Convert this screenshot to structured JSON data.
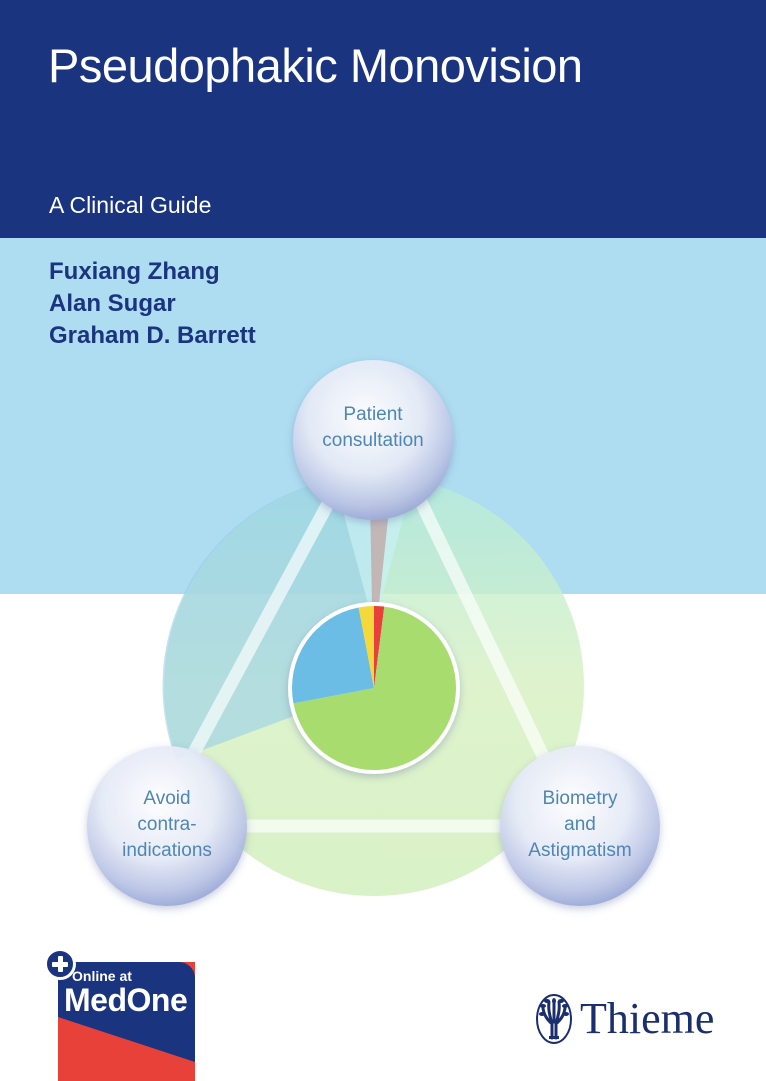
{
  "cover": {
    "title": "Pseudophakic Monovision",
    "subtitle": "A Clinical Guide",
    "authors": [
      "Fuxiang Zhang",
      "Alan Sugar",
      "Graham D. Barrett"
    ]
  },
  "diagram": {
    "nodes": [
      {
        "lines": [
          "Patient",
          "consultation"
        ]
      },
      {
        "lines": [
          "Avoid",
          "contra-",
          "indications"
        ]
      },
      {
        "lines": [
          "Biometry",
          "and",
          "Astigmatism"
        ]
      }
    ],
    "pie": {
      "slices": [
        {
          "color": "#e8403a",
          "fraction": 0.02
        },
        {
          "color": "#a8dc6e",
          "fraction": 0.7
        },
        {
          "color": "#6bbde6",
          "fraction": 0.25
        },
        {
          "color": "#f5d93a",
          "fraction": 0.03
        }
      ]
    }
  },
  "badge": {
    "line1": "Online at",
    "line2": "MedOne"
  },
  "publisher": {
    "name": "Thieme"
  },
  "colors": {
    "navy": "#1b3480",
    "sky": "#aedcf0",
    "red": "#e8413a"
  }
}
